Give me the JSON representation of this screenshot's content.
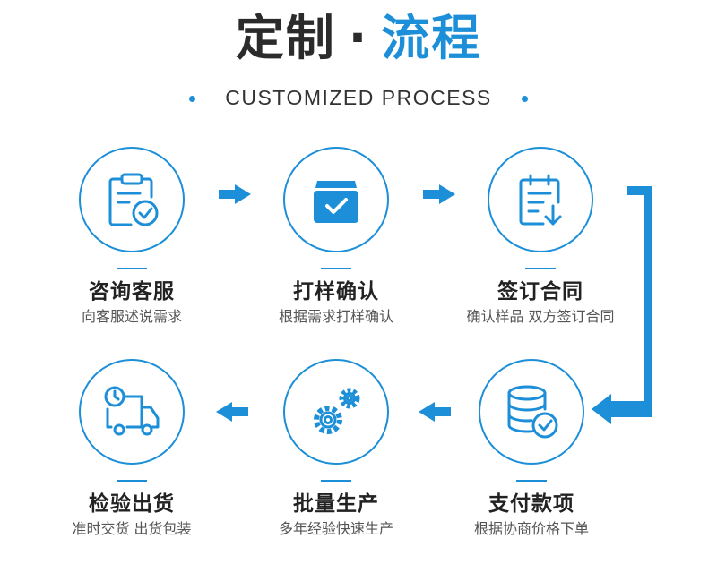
{
  "header": {
    "title_part1": "定制",
    "separator": "·",
    "title_part2": "流程",
    "subtitle": "CUSTOMIZED PROCESS"
  },
  "colors": {
    "accent": "#1c8fd8",
    "text": "#222222"
  },
  "steps": [
    {
      "icon": "clipboard-check-icon",
      "title": "咨询客服",
      "desc": "向客服述说需求"
    },
    {
      "icon": "box-check-icon",
      "title": "打样确认",
      "desc": "根据需求打样确认"
    },
    {
      "icon": "document-download-icon",
      "title": "签订合同",
      "desc": "确认样品 双方签订合同"
    },
    {
      "icon": "database-check-icon",
      "title": "支付款项",
      "desc": "根据协商价格下单"
    },
    {
      "icon": "gears-icon",
      "title": "批量生产",
      "desc": "多年经验快速生产"
    },
    {
      "icon": "delivery-truck-icon",
      "title": "检验出货",
      "desc": "准时交货 出货包装"
    }
  ]
}
